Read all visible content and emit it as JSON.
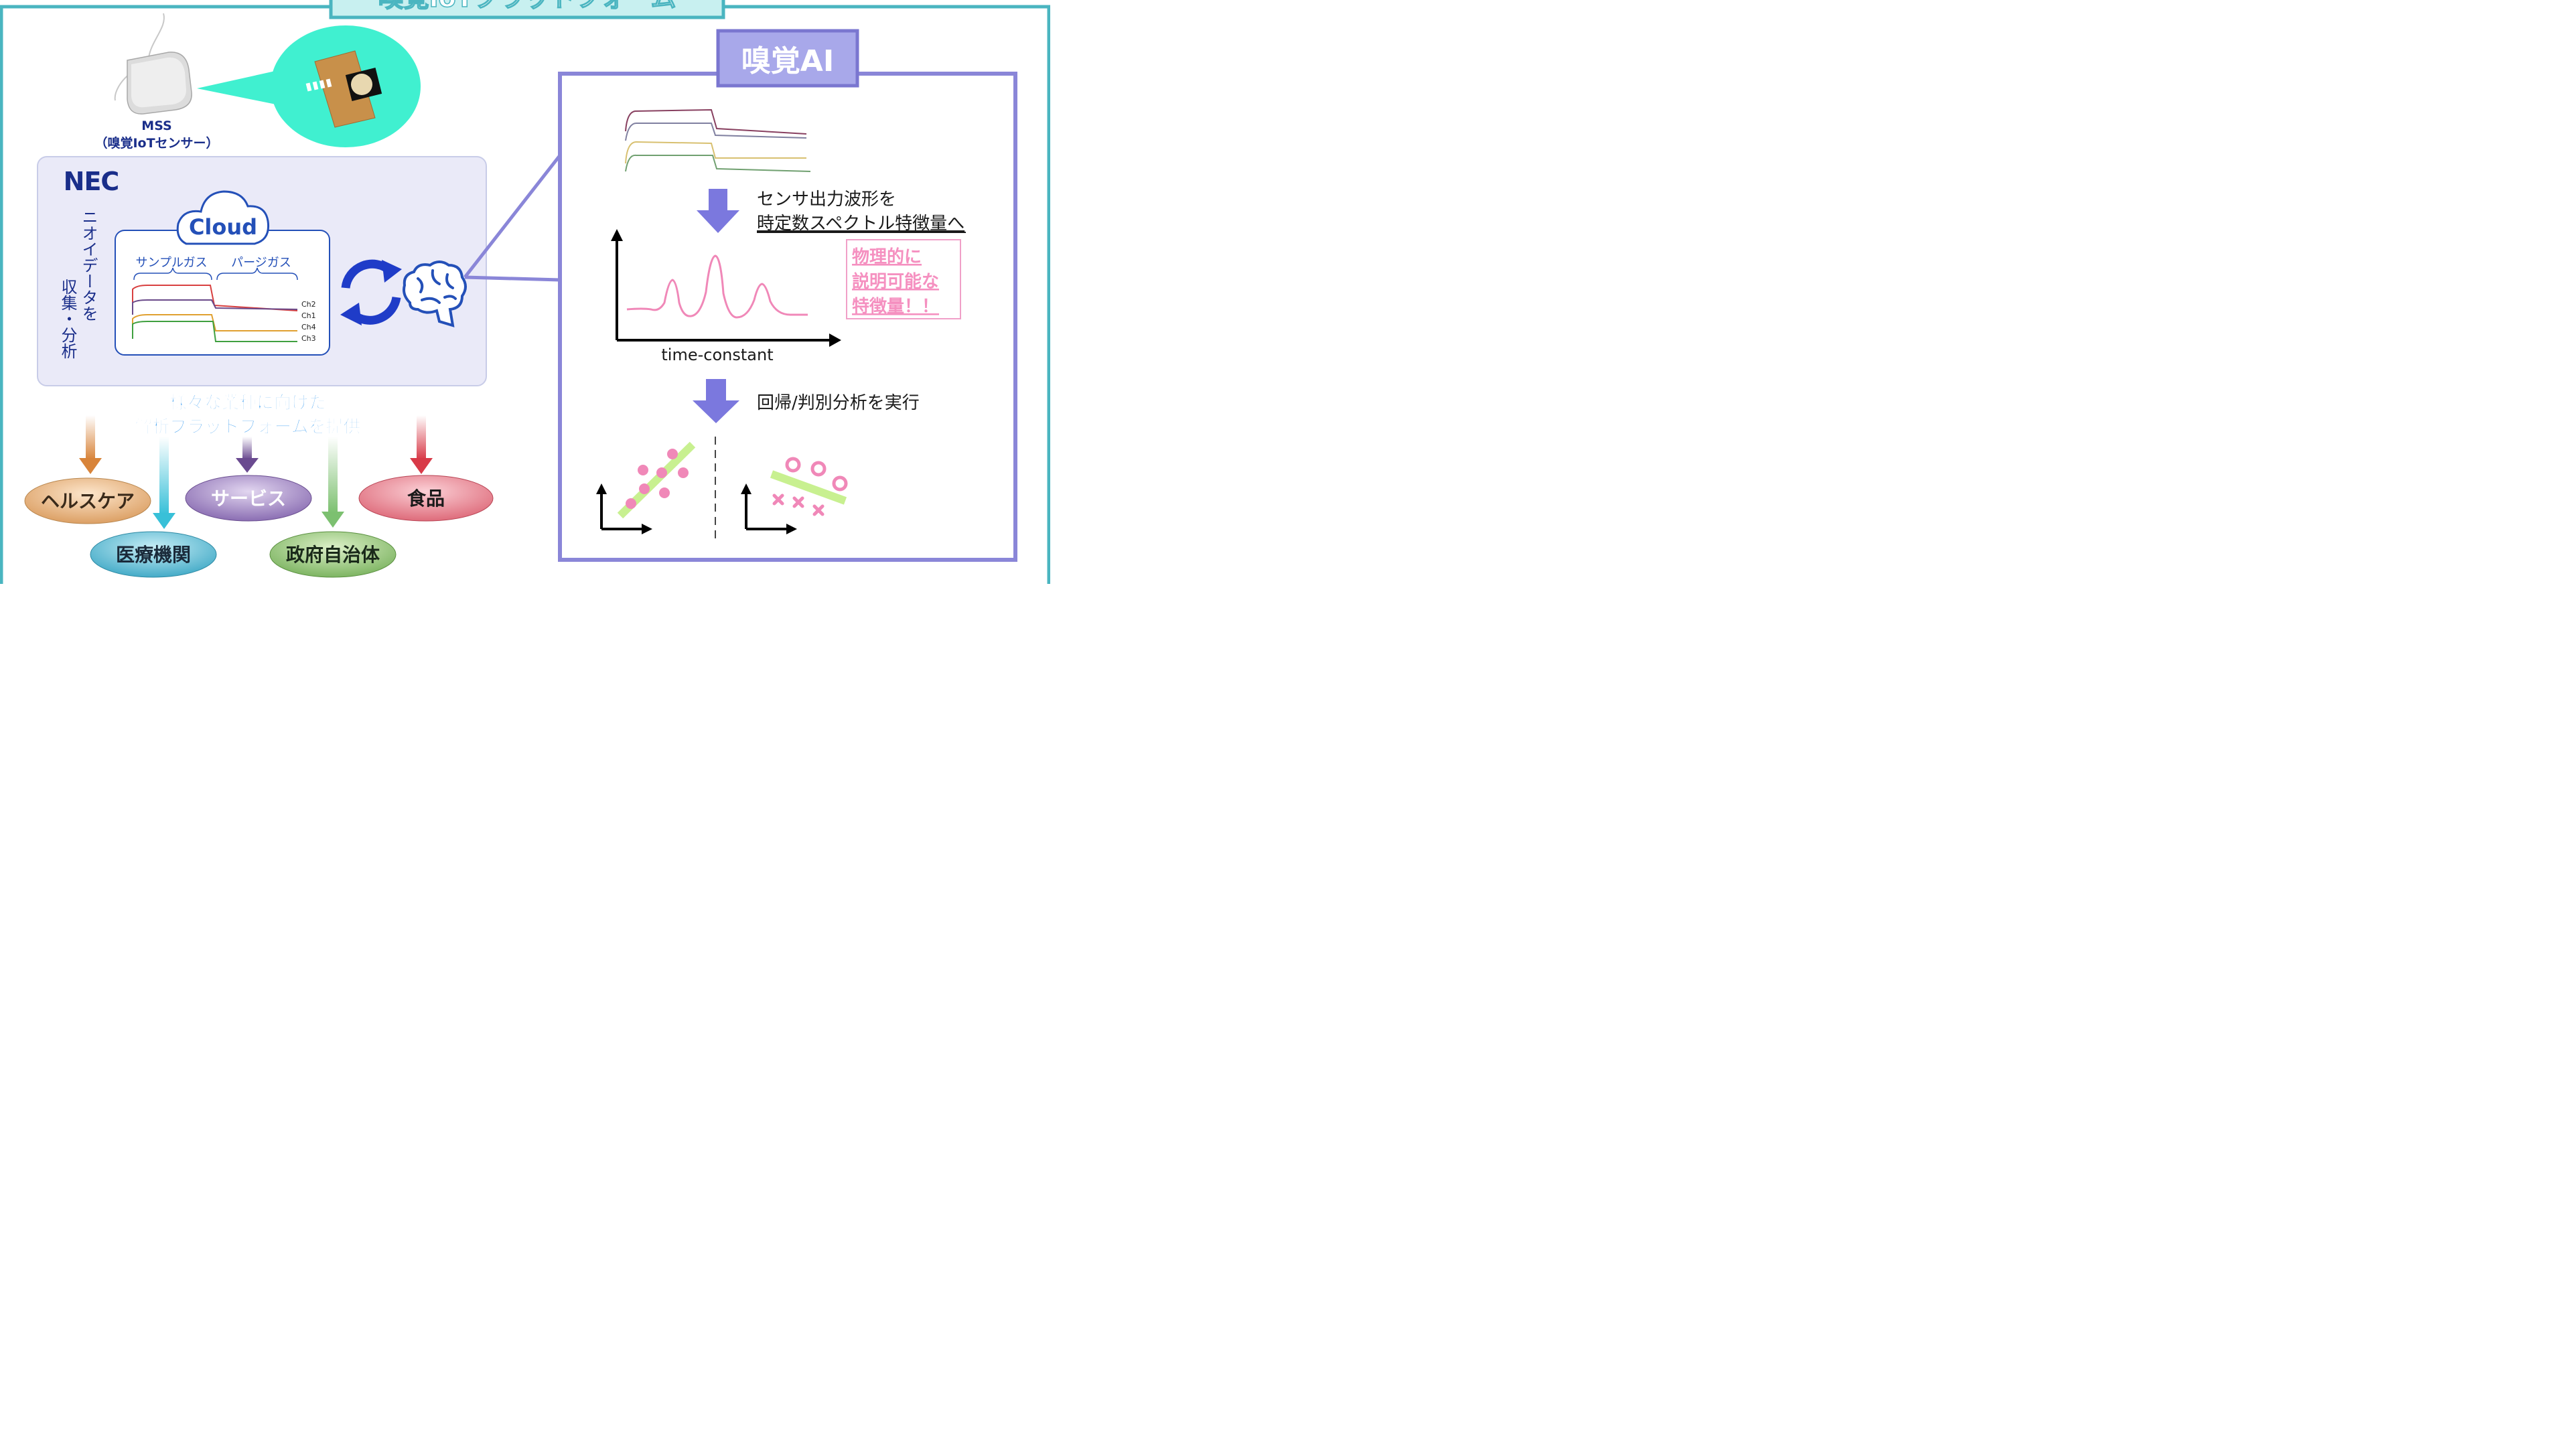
{
  "header": {
    "title": "嗅覚IoTプラットフォーム"
  },
  "sensor": {
    "label_line1": "MSS",
    "label_line2": "（嗅覚IoTセンサー）"
  },
  "nec_panel": {
    "logo": "NEC",
    "vertical_text_1": "ニオイデータを",
    "vertical_text_2": "収集・分析",
    "cloud_label": "Cloud",
    "sample_gas": "サンプルガス",
    "purge_gas": "パージガス",
    "channels": [
      "Ch2",
      "Ch1",
      "Ch4",
      "Ch3"
    ]
  },
  "platform": {
    "line1": "様々な業種に向けた",
    "line2": "解析プラットフォームを提供"
  },
  "industries": [
    {
      "label": "ヘルスケア",
      "color": "#e0a672"
    },
    {
      "label": "医療機関",
      "color": "#4cb0c8"
    },
    {
      "label": "サービス",
      "color": "#8a70b0"
    },
    {
      "label": "政府自治体",
      "color": "#80b860"
    },
    {
      "label": "食品",
      "color": "#e06b78"
    }
  ],
  "ai_panel": {
    "title": "嗅覚AI",
    "step1_line1": "センサ出力波形を",
    "step1_line2": "時定数スペクトル特徴量へ",
    "feature_note": [
      "物理的に",
      "説明可能な",
      "特徴量！！"
    ],
    "axis_label": "time-constant",
    "step2": "回帰/判別分析を実行"
  },
  "colors": {
    "teal_frame": "#4ab5c0",
    "ai_frame": "#8a86d8",
    "arrow_purple": "#7b78de",
    "pink": "#f088b8",
    "navy": "#1a2e8a"
  }
}
